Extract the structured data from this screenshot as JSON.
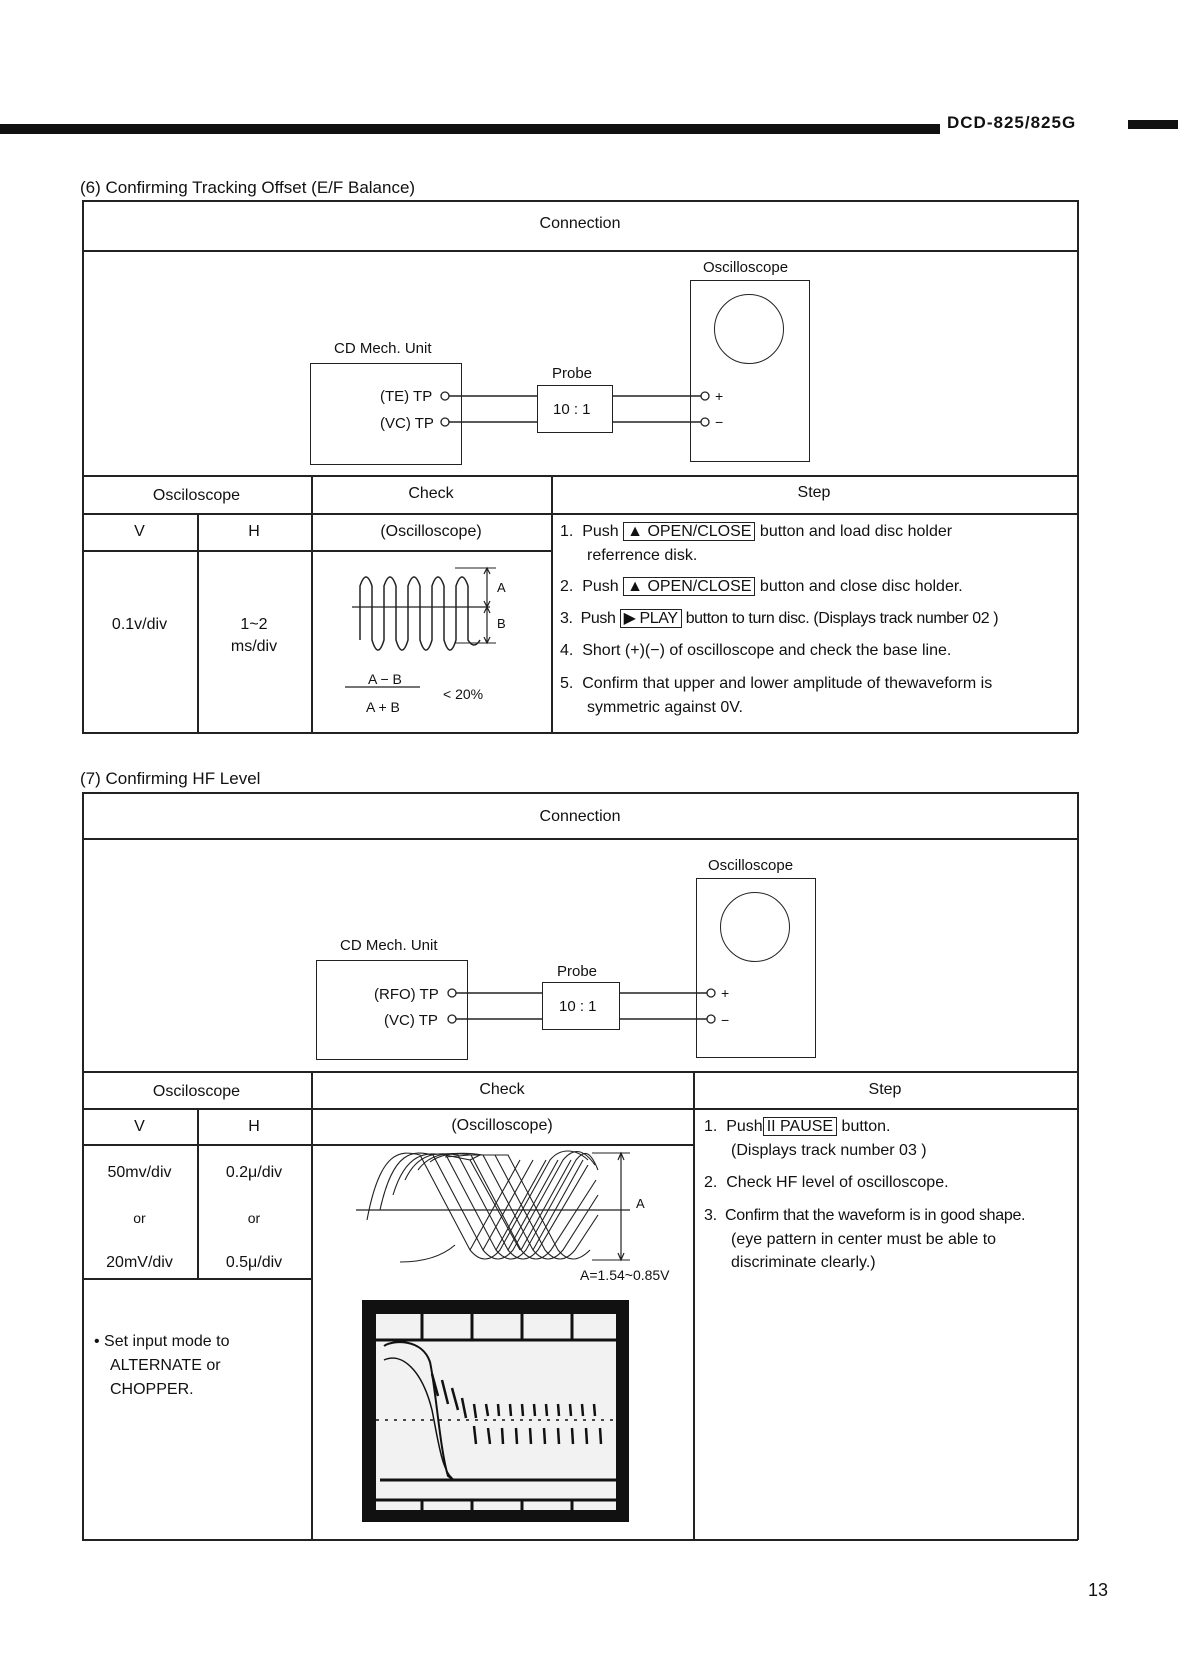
{
  "header": {
    "model": "DCD-825/825G"
  },
  "section6": {
    "title": "(6) Confirming Tracking Offset (E/F Balance)",
    "connection_label": "Connection",
    "diagram": {
      "unit_label": "CD Mech. Unit",
      "tp1": "(TE) TP",
      "tp2": "(VC) TP",
      "probe_label": "Probe",
      "probe_ratio": "10 : 1",
      "scope_label": "Oscilloscope",
      "plus": "+",
      "minus": "−"
    },
    "headers": {
      "osc": "Osciloscope",
      "check": "Check",
      "step": "Step",
      "v": "V",
      "h": "H",
      "check_sub": "(Oscilloscope)"
    },
    "v_value": "0.1v/div",
    "h_value_1": "1~2",
    "h_value_2": "ms/div",
    "wave_labels": {
      "a": "A",
      "b": "B"
    },
    "formula": {
      "num": "A − B",
      "den": "A + B",
      "cond": "< 20%"
    },
    "steps": [
      {
        "n": "1.",
        "pre": "Push",
        "btn": "▲ OPEN/CLOSE",
        "post": "button and load disc holder",
        "line2": "referrence disk."
      },
      {
        "n": "2.",
        "pre": "Push",
        "btn": "▲ OPEN/CLOSE",
        "post": "button and close disc holder."
      },
      {
        "n": "3.",
        "pre": "Push",
        "btn": "▶ PLAY",
        "post": "button to turn disc. (Displays track number 02 )"
      },
      {
        "n": "4.",
        "text": "Short (+)(−) of oscilloscope and check the base line."
      },
      {
        "n": "5.",
        "text": "Confirm that upper and lower amplitude of thewaveform is",
        "line2": "symmetric against 0V."
      }
    ]
  },
  "section7": {
    "title": "(7) Confirming HF Level",
    "connection_label": "Connection",
    "diagram": {
      "unit_label": "CD Mech. Unit",
      "tp1": "(RFO) TP",
      "tp2": "(VC) TP",
      "probe_label": "Probe",
      "probe_ratio": "10 : 1",
      "scope_label": "Oscilloscope",
      "plus": "+",
      "minus": "−"
    },
    "headers": {
      "osc": "Osciloscope",
      "check": "Check",
      "step": "Step",
      "v": "V",
      "h": "H",
      "check_sub": "(Oscilloscope)"
    },
    "v_values": [
      "50mv/div",
      "or",
      "20mV/div"
    ],
    "h_values": [
      "0.2μ/div",
      "or",
      "0.5μ/div"
    ],
    "note": [
      "• Set input mode to",
      "ALTERNATE or",
      "CHOPPER."
    ],
    "wave_label_a": "A",
    "amplitude": "A=1.54~0.85V",
    "steps": [
      {
        "n": "1.",
        "pre": "Push",
        "btn": "II PAUSE",
        "post": "button.",
        "line2": "(Displays track number 03 )"
      },
      {
        "n": "2.",
        "text": "Check HF level of oscilloscope."
      },
      {
        "n": "3.",
        "text": "Confirm that the waveform is in good shape.",
        "line2": "(eye pattern in center must be able to",
        "line3": "discriminate clearly.)"
      }
    ]
  },
  "page_number": "13"
}
